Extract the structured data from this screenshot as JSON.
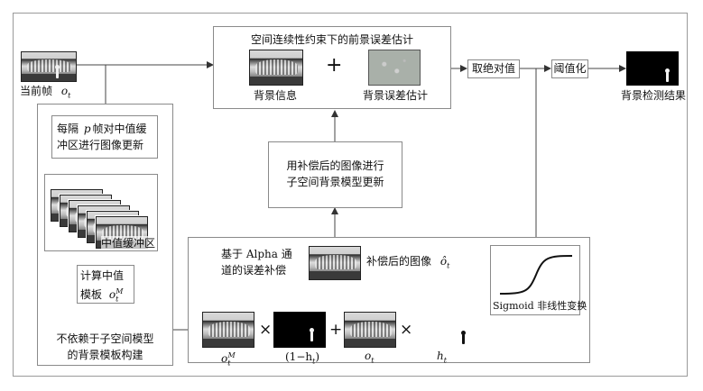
{
  "top_box": {
    "title": "空间连续性约束下的前景误差估计",
    "background_info_label": "背景信息",
    "error_estimate_label": "背景误差估计"
  },
  "current_frame": {
    "label": "当前帧",
    "symbol": "o",
    "subscript": "t"
  },
  "abs_value_label": "取绝对值",
  "threshold_label": "阈值化",
  "result_label": "背景检测结果",
  "left_panel": {
    "update_text_line1_pre": "每隔",
    "update_text_line1_var": "p",
    "update_text_line1_post": "帧对中值缓",
    "update_text_line2": "冲区进行图像更新",
    "buffer_label": "中值缓冲区",
    "median_line1": "计算中值",
    "median_line2": "模板",
    "median_symbol": "o",
    "median_sub": "t",
    "median_sup": "M",
    "footer_line1": "不依赖于子空间模型",
    "footer_line2": "的背景模板构建"
  },
  "middle_box": {
    "line1": "用补偿后的图像进行",
    "line2": "子空间背景模型更新"
  },
  "bottom_panel": {
    "alpha_line1": "基于 Alpha 通",
    "alpha_line2": "道的误差补偿",
    "compensated_label": "补偿后的图像",
    "compensated_symbol": "ô",
    "compensated_sub": "t",
    "sigmoid_label": "Sigmoid 非线性变换",
    "times": "×",
    "plus": "+",
    "term1_symbol": "o",
    "term1_sub": "t",
    "term1_sup": "M",
    "term2_label": "(1−h",
    "term2_sub": "t",
    "term2_close": ")",
    "term3_symbol": "o",
    "term3_sub": "t",
    "term4_symbol": "h",
    "term4_sub": "t"
  },
  "plus_sign": "+"
}
